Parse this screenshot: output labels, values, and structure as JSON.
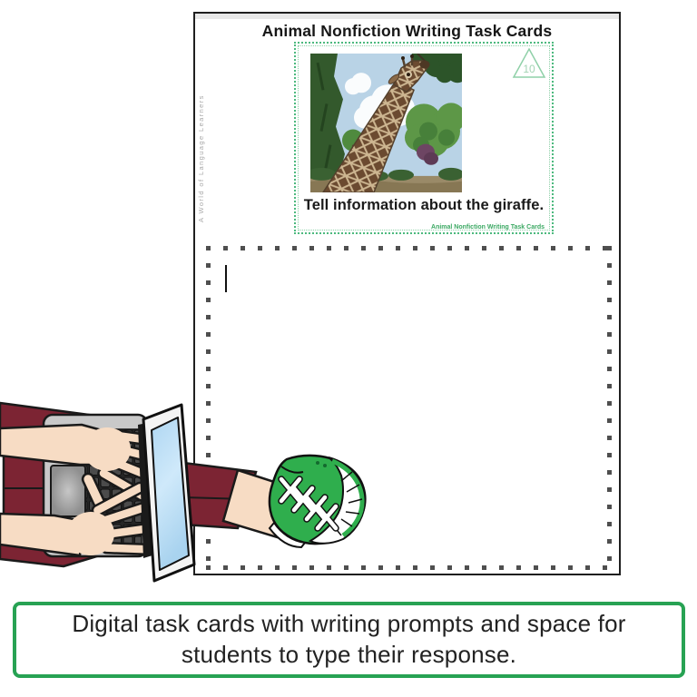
{
  "sheet": {
    "title": "Animal Nonfiction Writing Task Cards",
    "side_label": "A World of Language Learners",
    "task_card": {
      "number": "10",
      "prompt": "Tell information about the giraffe.",
      "footer": "Animal Nonfiction Writing Task Cards"
    },
    "response_area": {
      "value": "",
      "cursor_visible": true
    }
  },
  "caption": {
    "lines": [
      "Digital task cards with writing prompts and space for",
      "students to type their response."
    ]
  },
  "icons": {
    "badge": "card-number-triangle-icon",
    "cursor": "text-cursor",
    "photo": "giraffe-photo",
    "clipart": "typing-on-laptop-with-sneaker-clipart"
  },
  "colors": {
    "caption_border_green": "#27a253",
    "card_border_green": "#4cb97e",
    "badge_green": "#a3d4b4",
    "footer_text_green": "#3aa862",
    "dot_gray": "#4f4f4f",
    "sleeve_maroon": "#7c2433",
    "skin": "#f7dcc4",
    "sneaker_green": "#2fae4d",
    "laptop_gray": "#c9c9c9",
    "screen_blue": "#bfe0f5"
  }
}
